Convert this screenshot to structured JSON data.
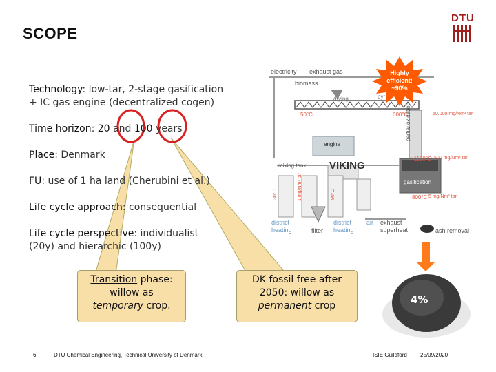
{
  "logo": {
    "text": "DTU"
  },
  "title": "SCOPE",
  "bullets": {
    "technology": {
      "label": "Technology",
      "text": ": low-tar, 2-stage gasification",
      "text2": "+ IC gas engine (decentralized cogen)"
    },
    "time_horizon": {
      "label": "Time horizon",
      "text_a": ": ",
      "v1": "20",
      "mid": " and ",
      "v2": "100",
      "text_b": " years"
    },
    "place": {
      "label": "Place",
      "text": ": Denmark"
    },
    "fu": {
      "label": "FU",
      "text": ": use of 1 ha land (Cherubini et al.)"
    },
    "approach": {
      "label": "Life cycle approach",
      "text": ": consequential"
    },
    "perspective": {
      "label": "Life cycle perspective",
      "text": ": individualist",
      "text2": "(20y) and hierarchic (100y)"
    }
  },
  "callouts": {
    "transition": {
      "line1_u": "Transition",
      "line1": " phase:",
      "line2": "willow as",
      "line3_i": "temporary",
      "line3": " crop."
    },
    "fossil_free": {
      "line1": "DK fossil free after",
      "line2": "2050: willow as",
      "line3_i": "permanent",
      "line3": " crop"
    }
  },
  "starburst": {
    "line1": "Highly",
    "line2": "efficient!",
    "line3": "~90%"
  },
  "diagram": {
    "electricity": "electricity",
    "exhaust_gas": "exhaust gas",
    "biomass": "biomass",
    "drying": "drying",
    "pyrolysis": "pyr",
    "temp_50": "50°C",
    "temp_600": "600°C",
    "tar_50000": "50.000 mg/Nm³ tar",
    "partial_oxidation": "partial oxidation",
    "engine": "engine",
    "mixing_tank": "mixing tank",
    "viking": "VIKING",
    "temp_1100": ">1100°C",
    "tar_500": "500 mg/Nm³ tar",
    "gasification": "gasification",
    "temp_800": "800°C",
    "tar_5": "5 mg/Nm³ tar",
    "temp_30": "30°C",
    "tar_1": "1 mg/Nm³ tar",
    "temp_90": "90°C",
    "district_heating_1": "district heating",
    "filter": "filter",
    "district_heating_2": "district heating",
    "air": "air",
    "exhaust_superheat": "exhaust superheat",
    "ash_removal": "ash removal"
  },
  "ash_label": "4%",
  "footer": {
    "page": "6",
    "org": "DTU Chemical Engineering, Technical University of Denmark",
    "event": "ISIE Guildford",
    "date": "25/09/2020"
  },
  "colors": {
    "callout_fill": "#f8dfa8",
    "callout_line": "#b0ab62",
    "highlight_circle": "#d92020",
    "starburst": "#ff5a00",
    "arrow": "#ff7a1a",
    "logo": "#a01d1d"
  }
}
